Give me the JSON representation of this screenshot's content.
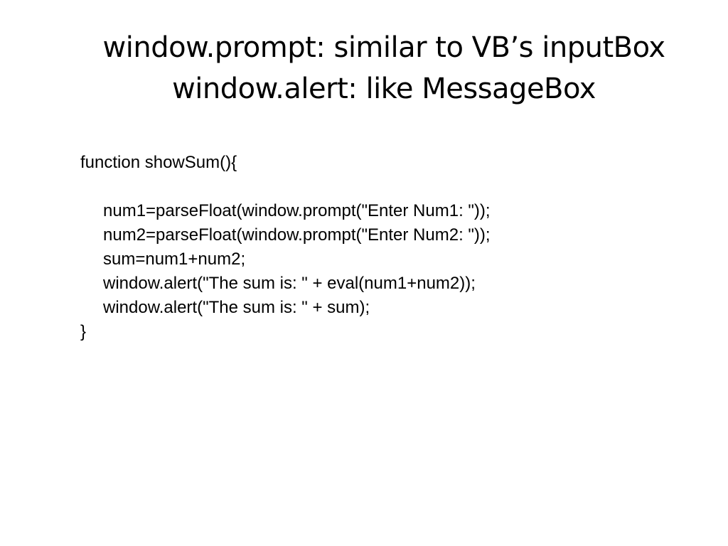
{
  "slide": {
    "title_lines": [
      "window.prompt: similar to VB’s inputBox",
      "window.alert: like MessageBox"
    ],
    "code": {
      "open": "function showSum(){",
      "blank": "",
      "statements": [
        "num1=parseFloat(window.prompt(\"Enter Num1: \"));",
        "num2=parseFloat(window.prompt(\"Enter Num2: \"));",
        "sum=num1+num2;",
        "window.alert(\"The sum is: \" + eval(num1+num2));",
        "window.alert(\"The sum is: \" + sum);"
      ],
      "close": "}"
    }
  }
}
